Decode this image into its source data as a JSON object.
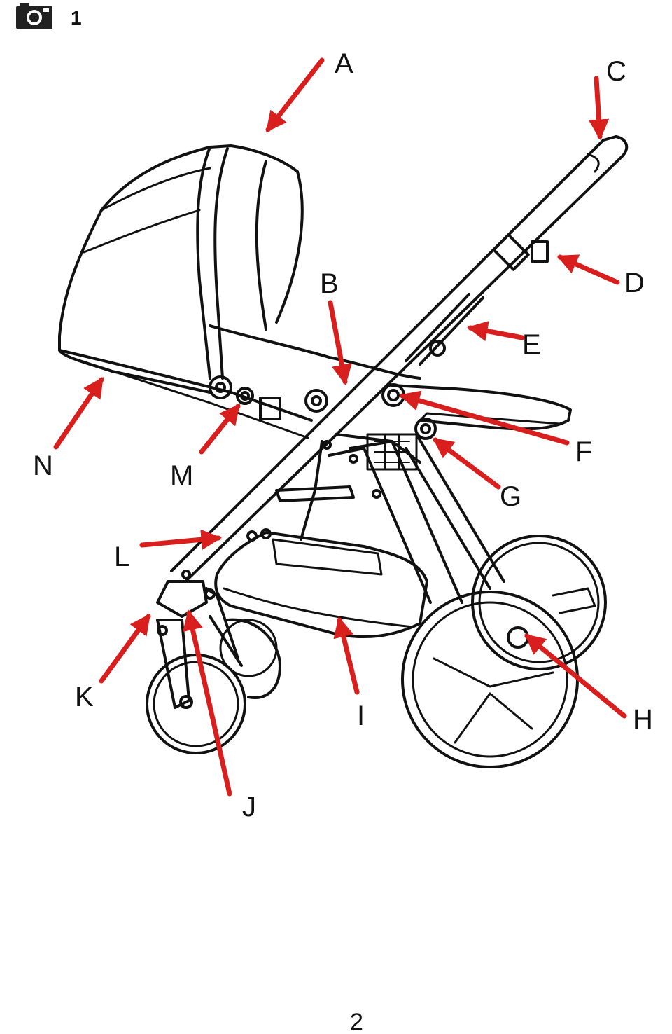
{
  "header": {
    "icon": "camera-icon",
    "step_number": "1"
  },
  "labels": [
    "A",
    "B",
    "C",
    "D",
    "E",
    "F",
    "G",
    "H",
    "I",
    "J",
    "K",
    "L",
    "M",
    "N"
  ],
  "footer": {
    "page_number": "2"
  },
  "colors": {
    "arrow": "#d91e1e",
    "line": "#111111"
  }
}
